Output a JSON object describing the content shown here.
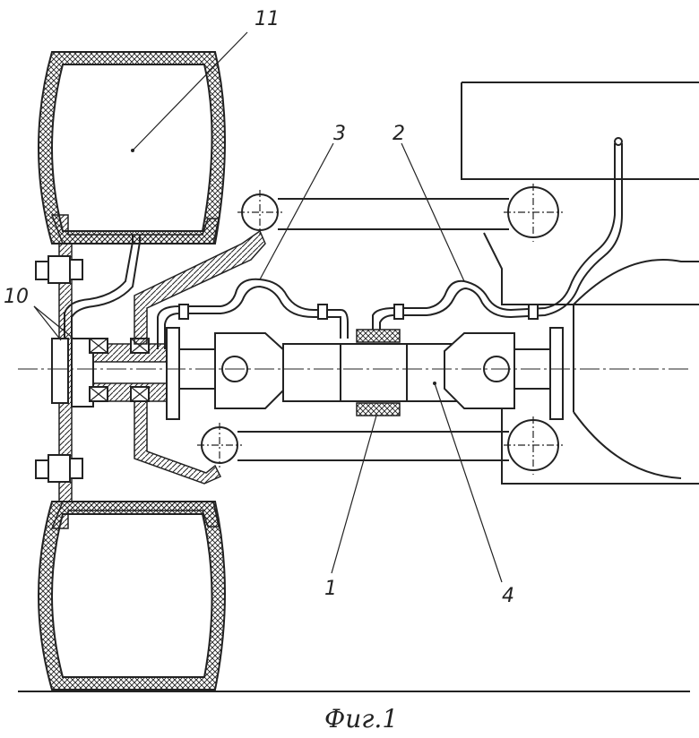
{
  "figure": {
    "caption": "Фиг.1",
    "labels": {
      "l1": "1",
      "l2": "2",
      "l3": "3",
      "l4": "4",
      "l10": "10",
      "l11": "11"
    }
  }
}
